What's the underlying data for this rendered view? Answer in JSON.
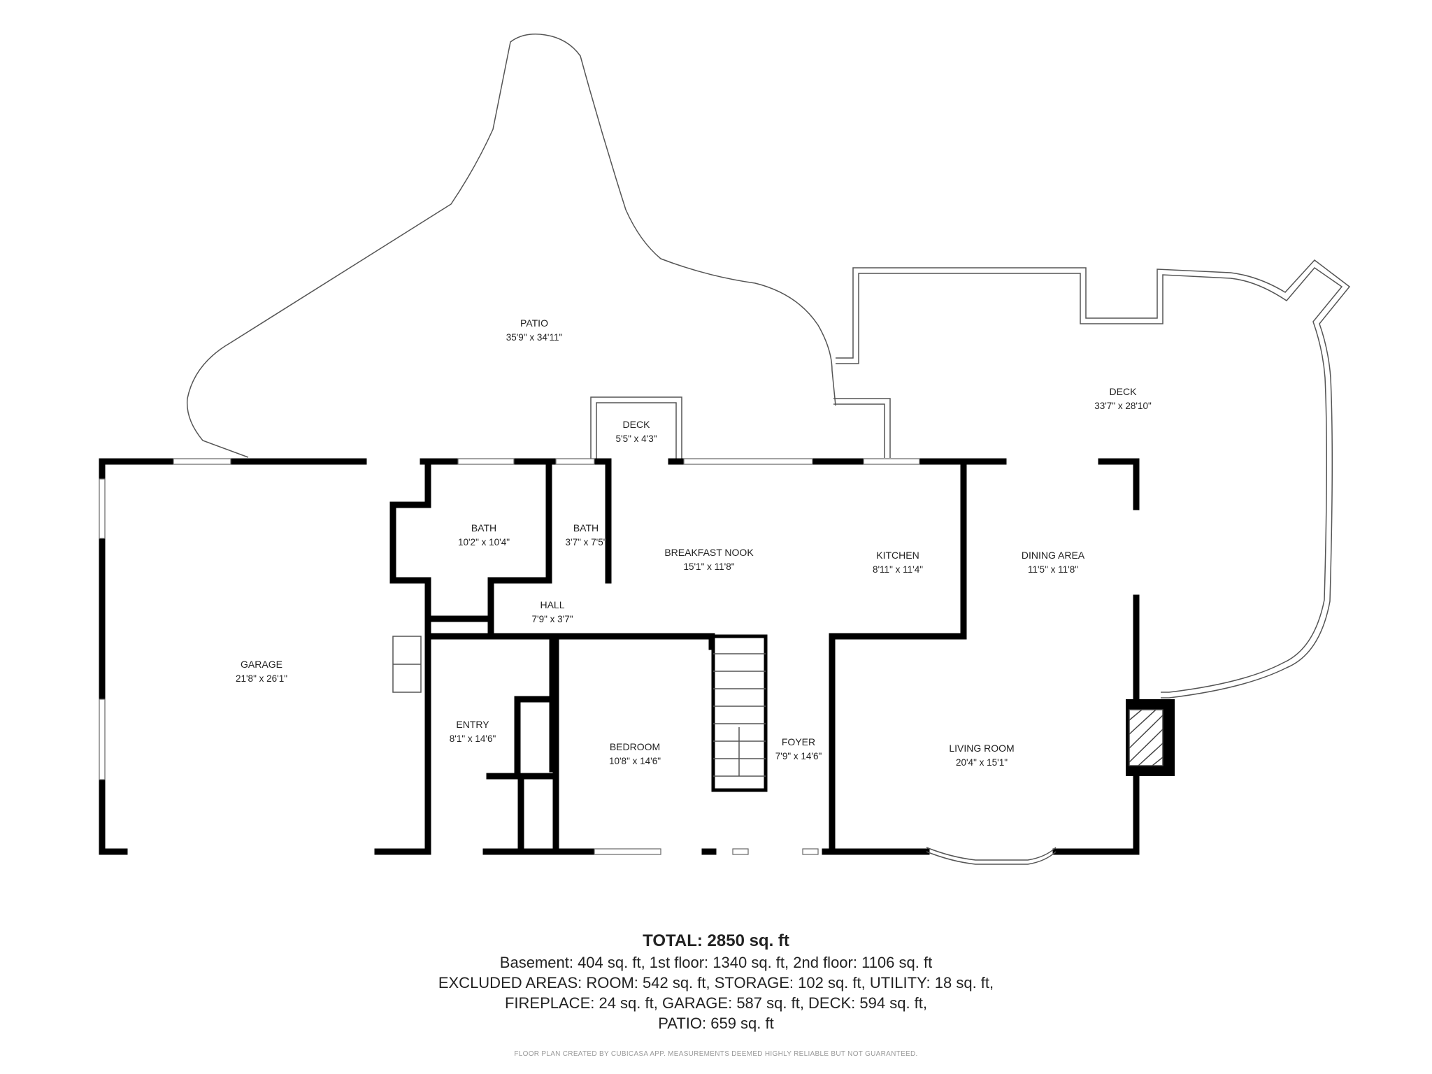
{
  "rooms": [
    {
      "id": "patio",
      "name": "PATIO",
      "dims": "35'9\" x 34'11\""
    },
    {
      "id": "deck-small",
      "name": "DECK",
      "dims": "5'5\" x 4'3\""
    },
    {
      "id": "deck-large",
      "name": "DECK",
      "dims": "33'7\" x 28'10\""
    },
    {
      "id": "garage",
      "name": "GARAGE",
      "dims": "21'8\" x 26'1\""
    },
    {
      "id": "bath-1",
      "name": "BATH",
      "dims": "10'2\" x 10'4\""
    },
    {
      "id": "bath-2",
      "name": "BATH",
      "dims": "3'7\" x 7'5\""
    },
    {
      "id": "breakfast-nook",
      "name": "BREAKFAST NOOK",
      "dims": "15'1\" x 11'8\""
    },
    {
      "id": "kitchen",
      "name": "KITCHEN",
      "dims": "8'11\" x 11'4\""
    },
    {
      "id": "dining-area",
      "name": "DINING AREA",
      "dims": "11'5\" x 11'8\""
    },
    {
      "id": "hall",
      "name": "HALL",
      "dims": "7'9\" x 3'7\""
    },
    {
      "id": "entry",
      "name": "ENTRY",
      "dims": "8'1\" x 14'6\""
    },
    {
      "id": "bedroom",
      "name": "BEDROOM",
      "dims": "10'8\" x 14'6\""
    },
    {
      "id": "foyer",
      "name": "FOYER",
      "dims": "7'9\" x 14'6\""
    },
    {
      "id": "living-room",
      "name": "LIVING ROOM",
      "dims": "20'4\" x 15'1\""
    }
  ],
  "summary": {
    "total": "TOTAL: 2850 sq. ft",
    "line1": "Basement: 404 sq. ft, 1st floor: 1340 sq. ft, 2nd floor: 1106 sq. ft",
    "line2": "EXCLUDED AREAS: ROOM: 542 sq. ft, STORAGE: 102 sq. ft, UTILITY: 18 sq. ft,",
    "line3": "FIREPLACE: 24 sq. ft, GARAGE: 587 sq. ft, DECK: 594 sq. ft,",
    "line4": "PATIO: 659 sq. ft"
  },
  "footer": "FLOOR PLAN CREATED BY CUBICASA APP. MEASUREMENTS DEEMED HIGHLY RELIABLE BUT NOT GUARANTEED."
}
